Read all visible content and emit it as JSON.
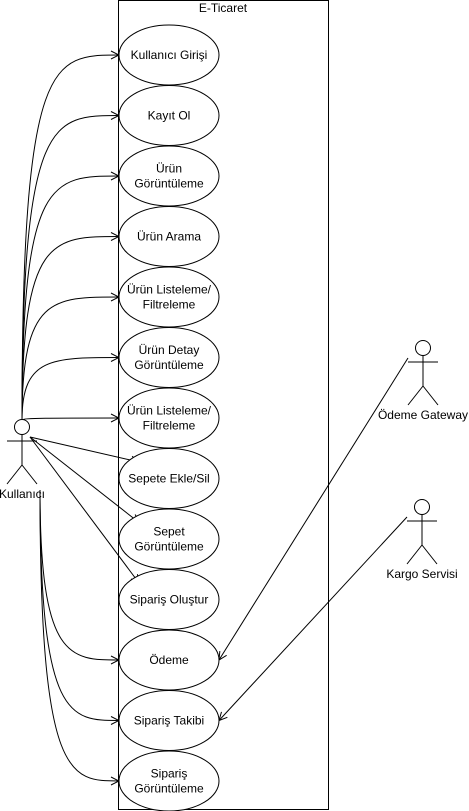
{
  "system": {
    "title": "E-Ticaret"
  },
  "actors": [
    {
      "id": "kullanici",
      "label": "Kullanıcı"
    },
    {
      "id": "odeme_gateway",
      "label": "Ödeme Gateway"
    },
    {
      "id": "kargo",
      "label": "Kargo Servisi"
    }
  ],
  "use_cases": [
    {
      "id": "uc1",
      "lines": [
        "Kullanıcı Girişi"
      ]
    },
    {
      "id": "uc2",
      "lines": [
        "Kayıt Ol"
      ]
    },
    {
      "id": "uc3",
      "lines": [
        "Ürün",
        "Görüntüleme"
      ]
    },
    {
      "id": "uc4",
      "lines": [
        "Ürün Arama"
      ]
    },
    {
      "id": "uc5",
      "lines": [
        "Ürün Listeleme/",
        "Filtreleme"
      ]
    },
    {
      "id": "uc6",
      "lines": [
        "Ürün Detay",
        "Görüntüleme"
      ]
    },
    {
      "id": "uc7",
      "lines": [
        "Ürün Listeleme/",
        "Filtreleme"
      ]
    },
    {
      "id": "uc8",
      "lines": [
        "Sepete Ekle/Sil"
      ]
    },
    {
      "id": "uc9",
      "lines": [
        "Sepet",
        "Görüntüleme"
      ]
    },
    {
      "id": "uc10",
      "lines": [
        "Sipariş Oluştur"
      ]
    },
    {
      "id": "uc11",
      "lines": [
        "Ödeme"
      ]
    },
    {
      "id": "uc12",
      "lines": [
        "Sipariş Takibi"
      ]
    },
    {
      "id": "uc13",
      "lines": [
        "Sipariş",
        "Görüntüleme"
      ]
    }
  ],
  "associations": [
    {
      "from": "kullanici",
      "to": "uc1"
    },
    {
      "from": "kullanici",
      "to": "uc2"
    },
    {
      "from": "kullanici",
      "to": "uc3"
    },
    {
      "from": "kullanici",
      "to": "uc4"
    },
    {
      "from": "kullanici",
      "to": "uc5"
    },
    {
      "from": "kullanici",
      "to": "uc6"
    },
    {
      "from": "kullanici",
      "to": "uc7"
    },
    {
      "from": "kullanici",
      "to": "uc8"
    },
    {
      "from": "kullanici",
      "to": "uc9"
    },
    {
      "from": "kullanici",
      "to": "uc10"
    },
    {
      "from": "kullanici",
      "to": "uc11"
    },
    {
      "from": "kullanici",
      "to": "uc12"
    },
    {
      "from": "kullanici",
      "to": "uc13"
    },
    {
      "from": "odeme_gateway",
      "to": "uc11"
    },
    {
      "from": "kargo",
      "to": "uc12"
    }
  ]
}
